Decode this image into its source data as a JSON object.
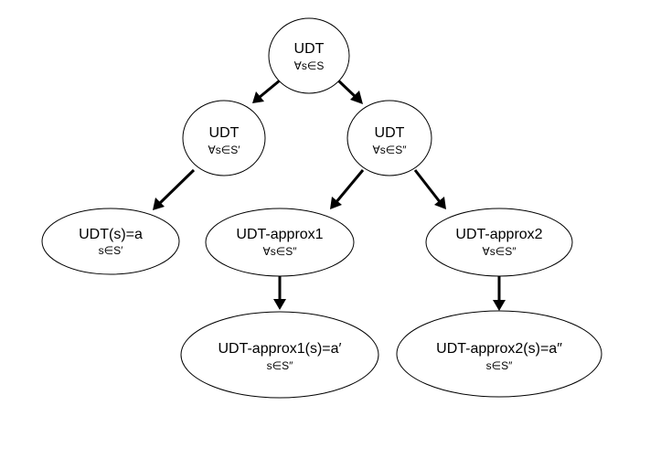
{
  "nodes": {
    "root": {
      "title": "UDT",
      "sub": "∀s∈S"
    },
    "udt_s_prime": {
      "title": "UDT",
      "sub": "∀s∈S′"
    },
    "udt_s_dprime": {
      "title": "UDT",
      "sub": "∀s∈S″"
    },
    "result_a": {
      "title": "UDT(s)=a",
      "sub": "s∈S′"
    },
    "approx1": {
      "title": "UDT-approx1",
      "sub": "∀s∈S″"
    },
    "approx2": {
      "title": "UDT-approx2",
      "sub": "∀s∈S″"
    },
    "result_a1": {
      "title": "UDT-approx1(s)=a′",
      "sub": "s∈S″"
    },
    "result_a2": {
      "title": "UDT-approx2(s)=a″",
      "sub": "s∈S″"
    }
  },
  "colors": {
    "stroke": "#000000",
    "fill": "#ffffff"
  }
}
